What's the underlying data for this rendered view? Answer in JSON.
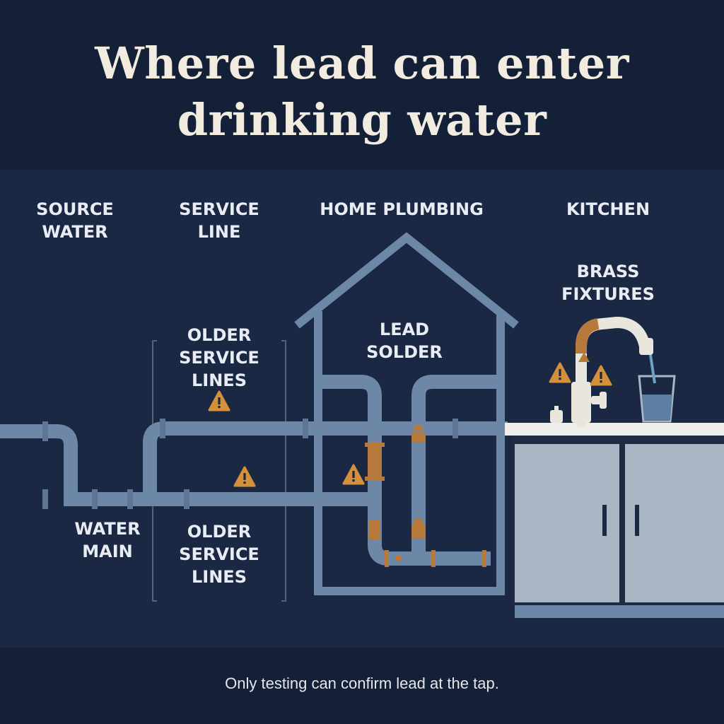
{
  "title_line1": "Where lead can enter",
  "title_line2": "drinking water",
  "labels": {
    "source_water_1": "SOURCE",
    "source_water_2": "WATER",
    "service_line_1": "SERVICE",
    "service_line_2": "LINE",
    "home_plumbing": "HOME PLUMBING",
    "kitchen": "KITCHEN",
    "brass_fixtures_1": "BRASS",
    "brass_fixtures_2": "FIXTURES",
    "lead_solder_1": "LEAD",
    "lead_solder_2": "SOLDER",
    "older_service_top_1": "OLDER",
    "older_service_top_2": "SERVICE",
    "older_service_top_3": "LINES",
    "older_service_bottom_1": "OLDER",
    "older_service_bottom_2": "SERVICE",
    "older_service_bottom_3": "LINES",
    "water_main_1": "WATER",
    "water_main_2": "MAIN"
  },
  "footnote": "Only testing can confirm lead at the tap.",
  "colors": {
    "background": "#1b2844",
    "pipe": "#6d88a6",
    "brass": "#b7793b",
    "warning": "#d4903a",
    "cabinet": "#a9b6c4",
    "counter": "#eeeeea"
  },
  "icons": [
    "warning-icon",
    "house-outline",
    "faucet",
    "glass"
  ]
}
